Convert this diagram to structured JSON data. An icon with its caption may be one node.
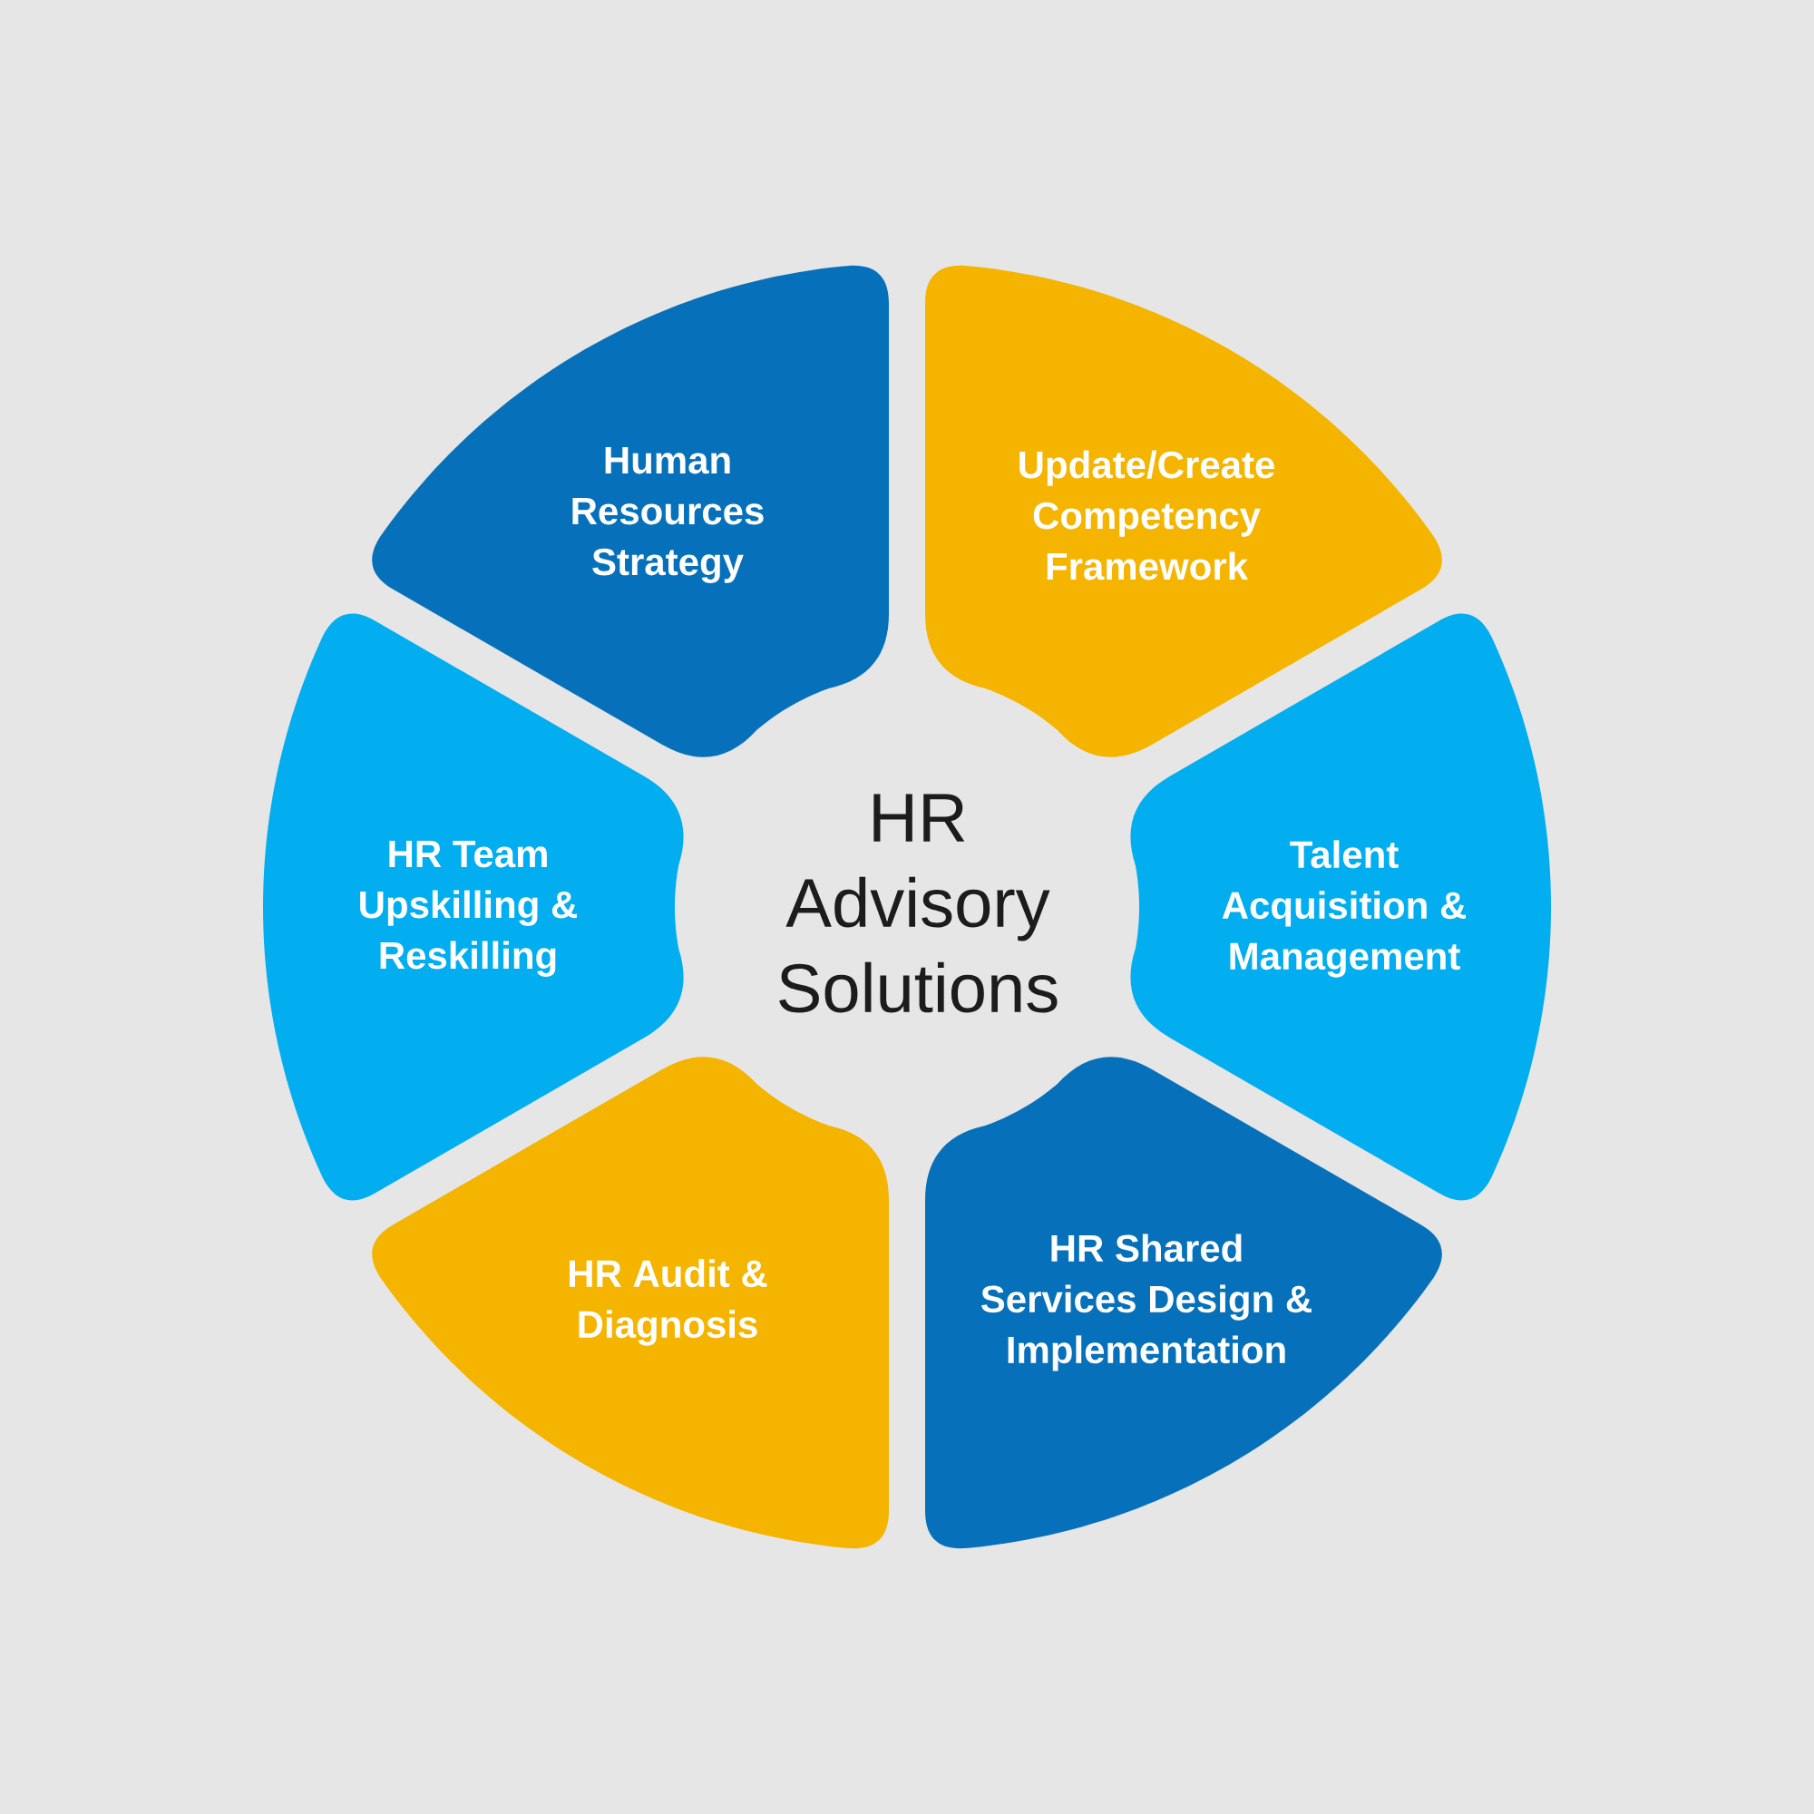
{
  "diagram": {
    "title": "HR Advisory Solutions",
    "nodes": [
      {
        "text": [
          "Human Resources Strategy"
        ]
      },
      {
        "text": [
          "Update/Create Competency Framework"
        ]
      },
      {
        "text": [
          "Talent Acquisition & Management"
        ]
      },
      {
        "text": [
          "HR Shared Services Design & Implementation"
        ]
      },
      {
        "text": [
          "HR Audit & Diagnosis"
        ]
      },
      {
        "text": [
          "HR Team Upskilling & Reskilling"
        ]
      }
    ]
  }
}
